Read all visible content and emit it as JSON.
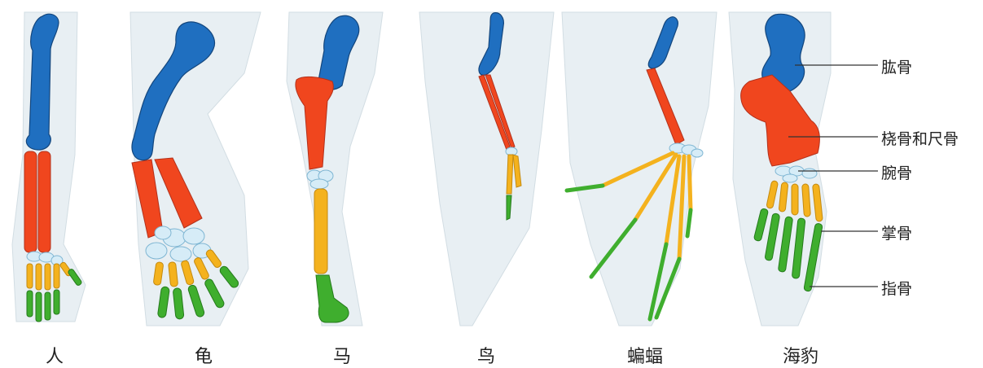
{
  "animals": [
    {
      "name": "人"
    },
    {
      "name": "龟"
    },
    {
      "name": "马"
    },
    {
      "name": "鸟"
    },
    {
      "name": "蝙蝠"
    },
    {
      "name": "海豹"
    }
  ],
  "bone_labels": [
    "肱骨",
    "桡骨和尺骨",
    "腕骨",
    "掌骨",
    "指骨"
  ],
  "colors": {
    "humerus": "#1f6fc0",
    "radius_ulna": "#f0461e",
    "carpals": "#d6ecf7",
    "metacarpals": "#f4b21e",
    "phalanges": "#3fae2e",
    "silhouette": "#e6eef2",
    "leader_line": "#333333"
  }
}
